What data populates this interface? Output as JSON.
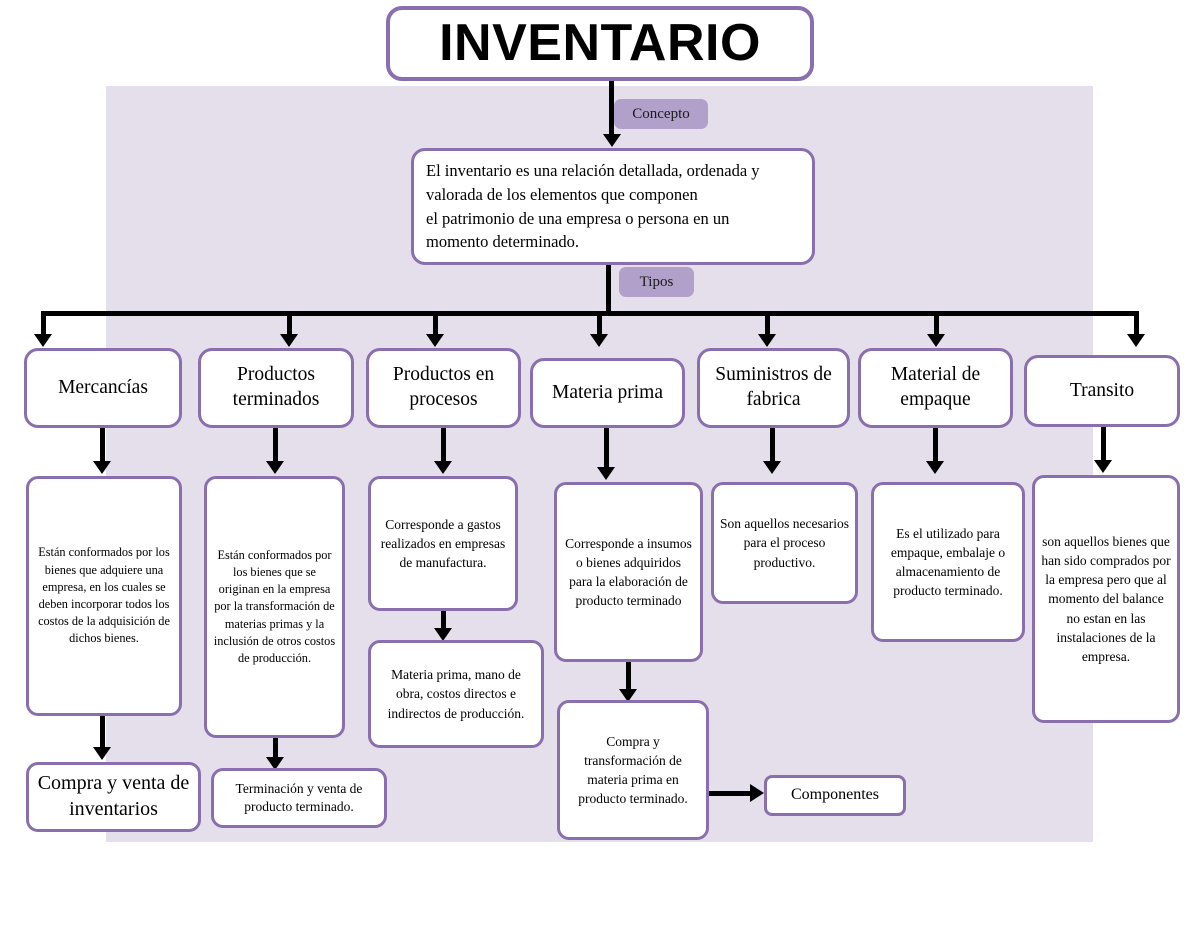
{
  "diagram": {
    "title": "INVENTARIO",
    "labels": {
      "concepto": "Concepto",
      "tipos": "Tipos"
    },
    "concept_text": "El inventario es una relación detallada, ordenada y valorada de los elementos que componen\nel patrimonio de una empresa o persona en un momento determinado.",
    "concept_lines": [
      "El inventario es una relación detallada, ordenada y",
      "valorada de los elementos que componen",
      "el patrimonio de una empresa o persona en un",
      "momento determinado."
    ],
    "types": [
      {
        "label": "Mercancías"
      },
      {
        "label": "Productos terminados"
      },
      {
        "label": "Productos en procesos"
      },
      {
        "label": "Materia prima"
      },
      {
        "label": "Suministros de fabrica"
      },
      {
        "label": "Material de empaque"
      },
      {
        "label": "Transito"
      }
    ],
    "details": [
      {
        "text": "Están conformados por los bienes que adquiere una empresa, en los cuales se deben incorporar todos los costos de la adquisición de dichos bienes."
      },
      {
        "text": "Están conformados por los bienes que se originan en la empresa por la transformación de materias primas y la inclusión de otros costos de producción."
      },
      {
        "text": "Corresponde a gastos realizados en empresas de manufactura."
      },
      {
        "text": "Corresponde a insumos o bienes adquiridos para la elaboración de producto terminado"
      },
      {
        "text": "Son aquellos necesarios para el proceso productivo."
      },
      {
        "text": "Es el utilizado para empaque, embalaje o almacenamiento de producto terminado."
      },
      {
        "text": "son aquellos bienes que han sido comprados por la empresa pero que al momento del balance no estan en las instalaciones de la empresa."
      }
    ],
    "sub_details": [
      {
        "text": "Materia prima, mano de obra, costos directos e indirectos de producción."
      },
      {
        "text": "Compra y transformación de materia prima en producto terminado."
      }
    ],
    "outcomes": [
      {
        "text": "Compra y venta de inventarios"
      },
      {
        "text": "Terminación y venta de producto terminado."
      },
      {
        "text": "Componentes"
      }
    ],
    "colors": {
      "node_border": "#8a6fae",
      "backdrop": "#e4dfea",
      "chip": "#b1a0ca",
      "connector": "#000000",
      "node_fill": "#ffffff",
      "text": "#000000"
    }
  }
}
